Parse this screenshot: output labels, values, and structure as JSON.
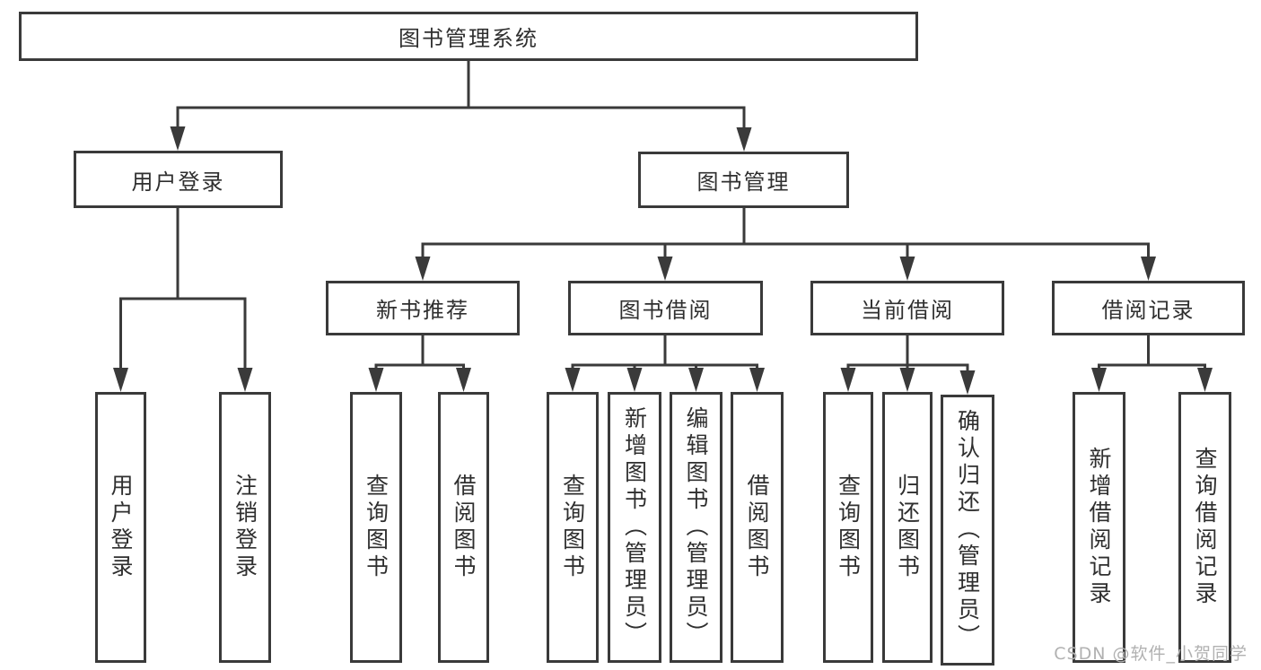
{
  "diagram": {
    "type": "hierarchy-diagram",
    "title": "图书管理系统",
    "watermark": "CSDN @软件_小贺同学",
    "colors": {
      "line": "#3a3a3a",
      "text": "#2f2f2f",
      "background": "#ffffff",
      "watermark": "#b1b1b1"
    },
    "nodes": {
      "root": {
        "label": "图书管理系统"
      },
      "user_login": {
        "label": "用户登录"
      },
      "book_mgmt": {
        "label": "图书管理"
      },
      "new_book_rec": {
        "label": "新书推荐"
      },
      "book_borrow": {
        "label": "图书借阅"
      },
      "current_borrow": {
        "label": "当前借阅"
      },
      "borrow_records": {
        "label": "借阅记录"
      },
      "login_leaf": {
        "label": "用户登录"
      },
      "logout_leaf": {
        "label": "注销登录"
      },
      "rec_query_books": {
        "label": "查询图书"
      },
      "rec_borrow_books": {
        "label": "借阅图书"
      },
      "bb_query_books": {
        "label": "查询图书"
      },
      "bb_add_books": {
        "label": "新增图书（管理员）"
      },
      "bb_edit_books": {
        "label": "编辑图书（管理员）"
      },
      "bb_borrow_books": {
        "label": "借阅图书"
      },
      "cb_query_books": {
        "label": "查询图书"
      },
      "cb_return_books": {
        "label": "归还图书"
      },
      "cb_confirm_return": {
        "label": "确认归还（管理员）"
      },
      "rr_add_record": {
        "label": "新增借阅记录"
      },
      "rr_query_record": {
        "label": "查询借阅记录"
      }
    },
    "edges": [
      {
        "from": "root",
        "to": [
          "user_login",
          "book_mgmt"
        ]
      },
      {
        "from": "user_login",
        "to": [
          "login_leaf",
          "logout_leaf"
        ]
      },
      {
        "from": "book_mgmt",
        "to": [
          "new_book_rec",
          "book_borrow",
          "current_borrow",
          "borrow_records"
        ]
      },
      {
        "from": "new_book_rec",
        "to": [
          "rec_query_books",
          "rec_borrow_books"
        ]
      },
      {
        "from": "book_borrow",
        "to": [
          "bb_query_books",
          "bb_add_books",
          "bb_edit_books",
          "bb_borrow_books"
        ]
      },
      {
        "from": "current_borrow",
        "to": [
          "cb_query_books",
          "cb_return_books",
          "cb_confirm_return"
        ]
      },
      {
        "from": "borrow_records",
        "to": [
          "rr_add_record",
          "rr_query_record"
        ]
      }
    ]
  }
}
